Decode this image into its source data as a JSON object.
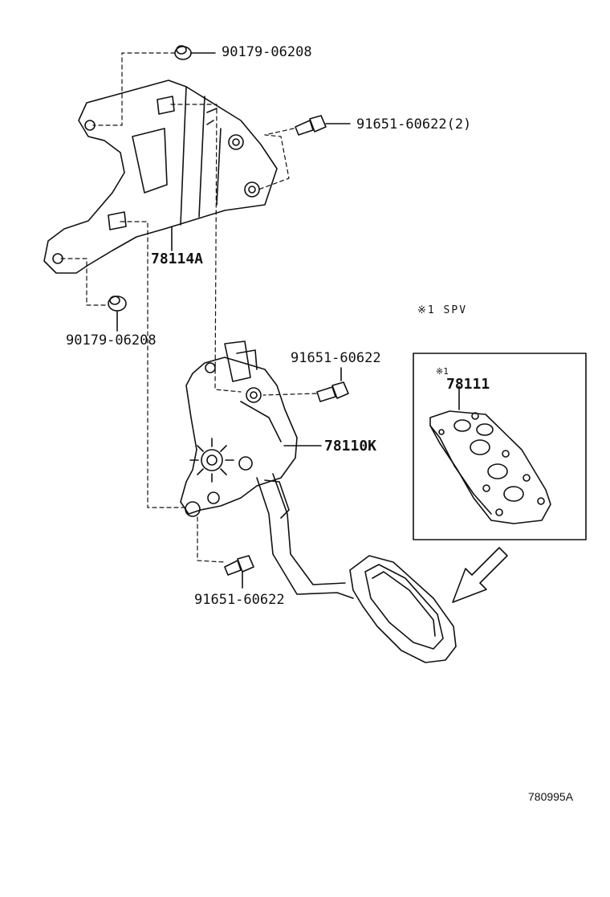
{
  "labels": {
    "nut_top": "90179-06208",
    "bolt_top": "91651-60622(2)",
    "bracket": "78114A",
    "nut_left": "90179-06208",
    "bolt_mid": "91651-60622",
    "pedal_assy": "78110K",
    "bolt_bottom": "91651-60622",
    "pad": "78111"
  },
  "notes": {
    "spv_note": "※1 SPV",
    "inset_mark": "※1"
  },
  "diagram_code": "780995A"
}
